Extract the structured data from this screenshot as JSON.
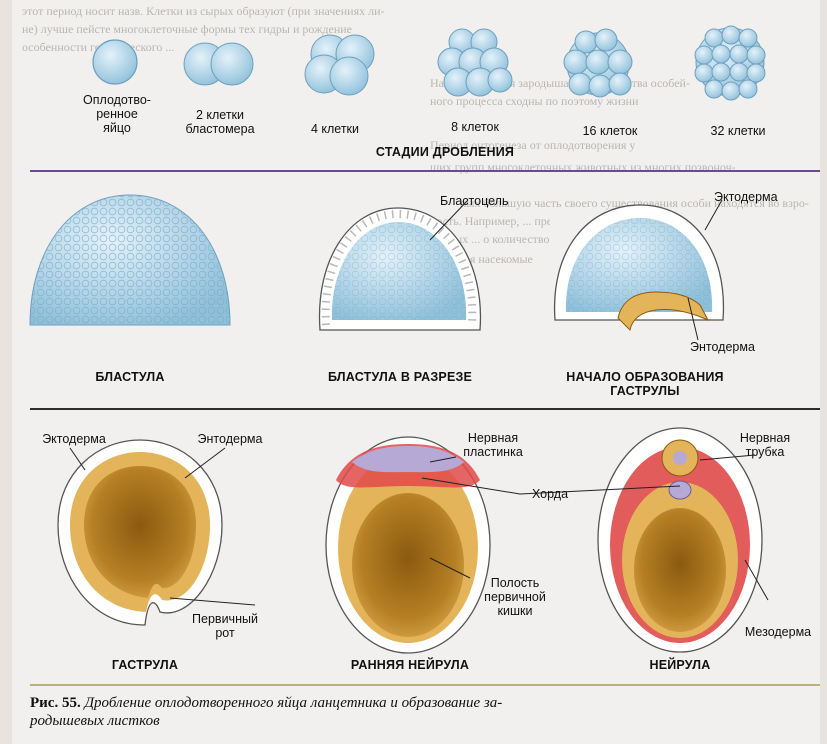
{
  "background_text": [
    "этот период носит назв. Клетки из сырых образуют (при значениях ли-",
    "не) лучше пейсте многоклеточные формы тех гидры и рождение",
    "особенности генетического ...",
    "Начало развития зародыша у большинства особей-",
    "ного процесса сходны по поэтому жизни",
    "Период онтогенеза от оплодотворения у",
    "ших групп многоклеточных животных из многих позвоноч-",
    "ных большую часть своего существования особи находятся во взро-",
    "ность. Например, ... пресноводных",
    "ленных ... о количество ...",
    "развития насекомые"
  ],
  "stages": {
    "egg": "Оплодотво-\nренное\nяйцо",
    "two": "2 клетки\nбластомера",
    "four": "4 клетки",
    "eight": "8 клеток",
    "sixteen": "16 клеток",
    "thirtytwo": "32 клетки",
    "heading": "СТАДИИ ДРОБЛЕНИЯ"
  },
  "row2": {
    "blastocoel": "Бластоцель",
    "ectoderm": "Эктодерма",
    "endoderm": "Энтодерма",
    "blastula": "БЛАСТУЛА",
    "blastula_section": "БЛАСТУЛА В РАЗРЕЗЕ",
    "gastrula_start": "НАЧАЛО ОБРАЗОВАНИЯ\nГАСТРУЛЫ"
  },
  "row3": {
    "ectoderm": "Эктодерма",
    "endoderm": "Энтодерма",
    "neural_plate": "Нервная\nпластинка",
    "neural_tube": "Нервная\nтрубка",
    "notochord": "Хорда",
    "gut_cavity": "Полость\nпервичной\nкишки",
    "primary_mouth": "Первичный\nрот",
    "mesoderm": "Мезодерма",
    "gastrula": "ГАСТРУЛА",
    "early_neurula": "РАННЯЯ НЕЙРУЛА",
    "neurula": "НЕЙРУЛА"
  },
  "caption": {
    "prefix": "Рис. 55.",
    "text": "Дробление оплодотворенного яйца ланцетника и образование за-\nродышевых листков"
  },
  "colors": {
    "cell_blue": "#b9d9ea",
    "ecto_white": "#ffffff",
    "endo_yellow": "#e3b45a",
    "yolk_brown": "#9a6a16",
    "neural_purple": "#b7a9d6",
    "mesoderm_red": "#e04a4a",
    "divider": "#6b4b8c"
  }
}
